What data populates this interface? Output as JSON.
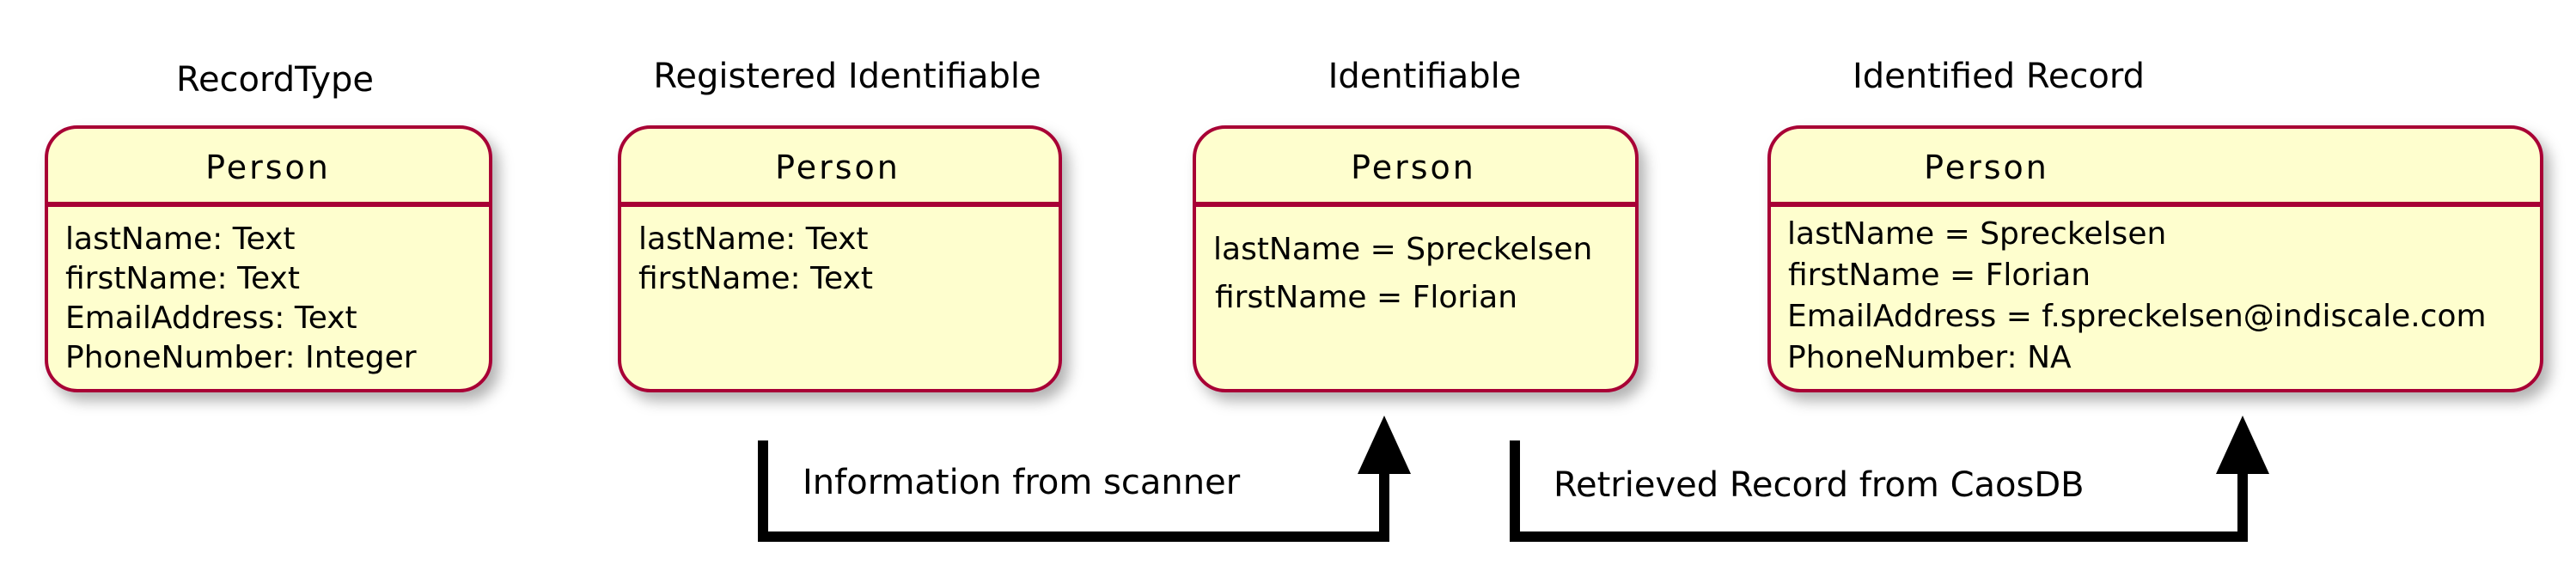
{
  "nodes": [
    {
      "title": "RecordType",
      "class_name": "Person",
      "attributes": [
        "lastName: Text",
        "firstName: Text",
        "EmailAddress: Text",
        "PhoneNumber: Integer"
      ]
    },
    {
      "title": "Registered Identifiable",
      "class_name": "Person",
      "attributes": [
        "lastName: Text",
        "firstName: Text"
      ]
    },
    {
      "title": "Identifiable",
      "class_name": "Person",
      "attributes": [
        "lastName = Spreckelsen",
        "firstName = Florian"
      ]
    },
    {
      "title": "Identified Record",
      "class_name": "Person",
      "attributes": [
        "lastName = Spreckelsen",
        "firstName = Florian",
        "EmailAddress = f.spreckelsen@indiscale.com",
        "PhoneNumber: NA"
      ]
    }
  ],
  "edges": [
    {
      "label": "Information from scanner",
      "from": "Registered Identifiable",
      "to": "Identifiable"
    },
    {
      "label": "Retrieved Record from CaosDB",
      "from": "Identifiable",
      "to": "Identified Record"
    }
  ],
  "colors": {
    "box_fill": "#fefece",
    "box_border": "#a80036",
    "edge": "#000000"
  }
}
